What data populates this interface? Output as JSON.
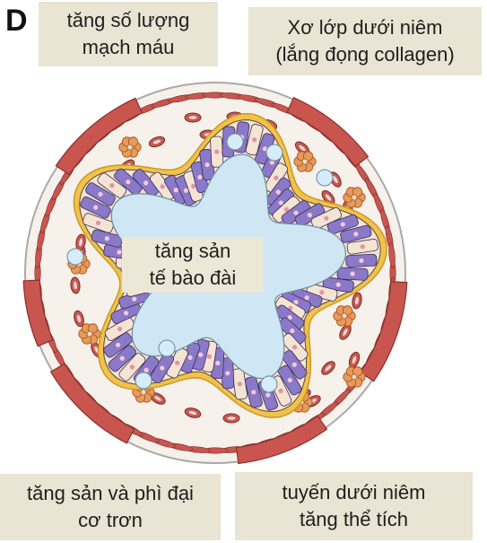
{
  "panel_letter": "D",
  "labels": {
    "vessels": {
      "line1": "tăng số lượng",
      "line2": "mạch máu"
    },
    "fibrosis": {
      "line1": "Xơ lớp dưới niêm",
      "line2": "(lắng đọng collagen)"
    },
    "goblet": {
      "line1": "tăng sản",
      "line2": "tế bào đài"
    },
    "muscle": {
      "line1": "tăng sản và phì đại",
      "line2": "cơ trơn"
    },
    "glands": {
      "line1": "tuyến dưới niêm",
      "line2": "tăng thể tích"
    }
  },
  "colors": {
    "label_box": "#e9e4d3",
    "lumen": "#cfe6f4",
    "submucosa": "#f6f1ea",
    "basement_membrane": "#f2c24a",
    "goblet_cell": "#8a78c8",
    "epithelial_cell": "#f3e4d3",
    "smooth_muscle": "#c9554f",
    "vessel": "#c65a52",
    "gland": "#e89a5a",
    "outline": "#3a3a3a"
  }
}
